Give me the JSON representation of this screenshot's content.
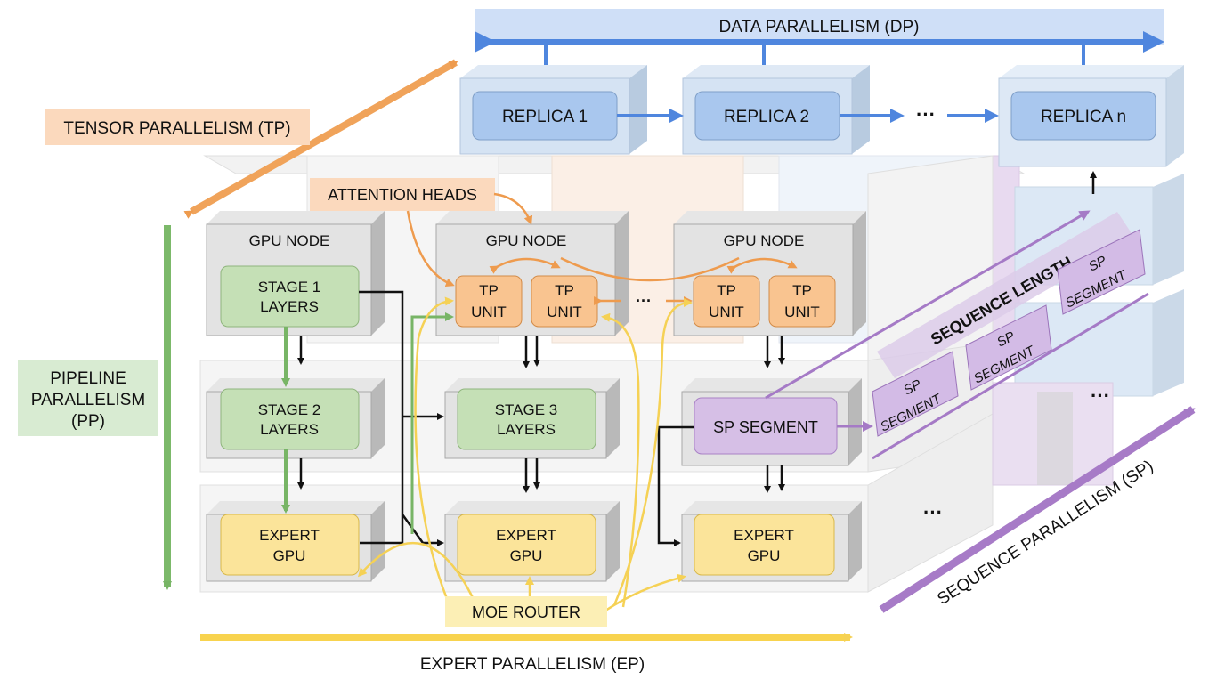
{
  "axes": {
    "dp": "DATA PARALLELISM (DP)",
    "tp": "TENSOR PARALLELISM (TP)",
    "pp": [
      "PIPELINE",
      "PARALLELISM",
      "(PP)"
    ],
    "ep": "EXPERT PARALLELISM (EP)",
    "sp": "SEQUENCE PARALLELISM (SP)",
    "seq_len": "SEQUENCE LENGTH"
  },
  "replicas": [
    "REPLICA 1",
    "REPLICA 2",
    "REPLICA n"
  ],
  "ellipsis": "···",
  "ellipsis_short": "···",
  "ellipsis_v": "···",
  "gpu_node": "GPU NODE",
  "attention_heads": "ATTENTION HEADS",
  "tp_unit": [
    "TP",
    "UNIT"
  ],
  "stages": {
    "s1": [
      "STAGE 1",
      "LAYERS"
    ],
    "s2": [
      "STAGE 2",
      "LAYERS"
    ],
    "s3": [
      "STAGE 3",
      "LAYERS"
    ]
  },
  "expert_gpu": [
    "EXPERT",
    "GPU"
  ],
  "sp_segment": "SP SEGMENT",
  "sp_segment_split": [
    "SP",
    "SEGMENT"
  ],
  "moe_router": "MOE ROUTER",
  "colors": {
    "blue": "#5b8fe0",
    "orange": "#f0a35a",
    "green": "#7cb96a",
    "yellow": "#f8d34e",
    "purple": "#a77bc7"
  }
}
